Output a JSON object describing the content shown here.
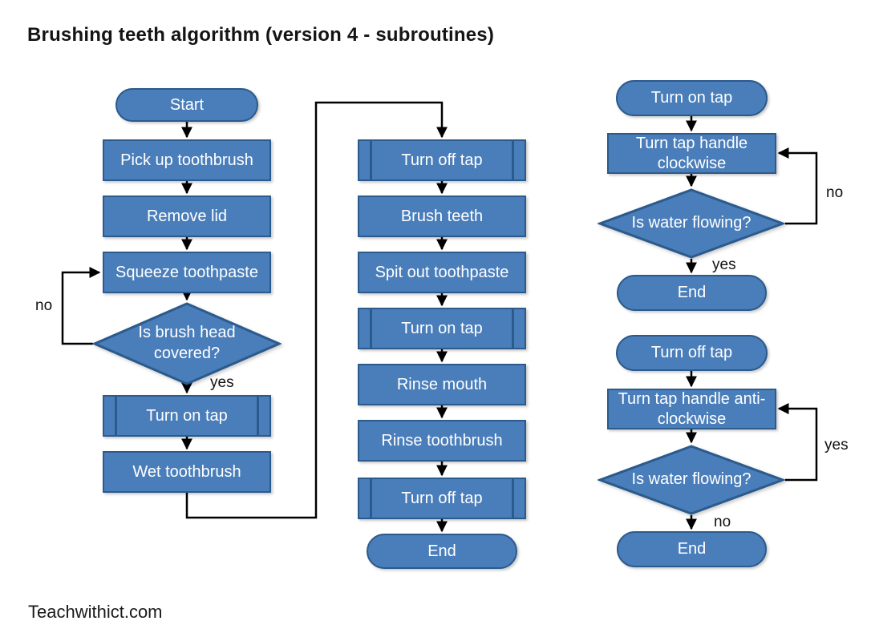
{
  "title": "Brushing teeth algorithm (version 4 - subroutines)",
  "footer": "Teachwithict.com",
  "colors": {
    "node_fill": "#4a7eba",
    "node_border": "#2b5a8c",
    "node_text": "#ffffff",
    "connector": "#000000",
    "background": "#ffffff"
  },
  "main": {
    "start": "Start",
    "pick_up": "Pick up toothbrush",
    "remove_lid": "Remove lid",
    "squeeze": "Squeeze toothpaste",
    "decision": "Is brush head covered?",
    "no": "no",
    "yes": "yes",
    "call_turn_on_tap": "Turn on tap",
    "wet_toothbrush": "Wet toothbrush",
    "call_turn_off_tap_1": "Turn off tap",
    "brush_teeth": "Brush teeth",
    "spit_out": "Spit out toothpaste",
    "call_turn_on_tap_2": "Turn on tap",
    "rinse_mouth": "Rinse mouth",
    "rinse_toothbrush": "Rinse toothbrush",
    "call_turn_off_tap_2": "Turn off tap",
    "end": "End"
  },
  "sub_on": {
    "start": "Turn on tap",
    "step": "Turn tap handle clockwise",
    "decision": "Is water flowing?",
    "loop_label": "no",
    "exit_label": "yes",
    "end": "End"
  },
  "sub_off": {
    "start": "Turn off tap",
    "step": "Turn tap handle anti-clockwise",
    "decision": "Is water flowing?",
    "loop_label": "yes",
    "exit_label": "no",
    "end": "End"
  }
}
